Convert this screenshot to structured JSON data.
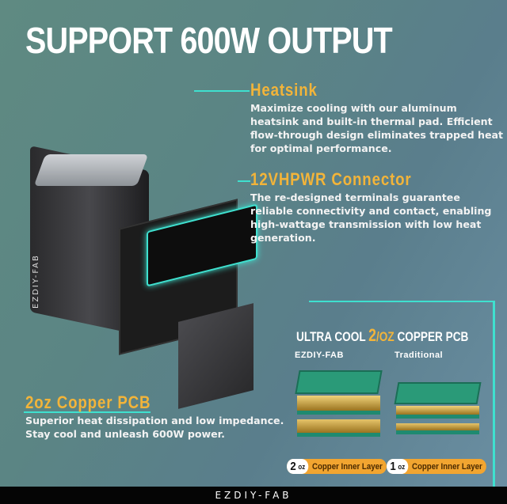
{
  "title": "SUPPORT 600W OUTPUT",
  "features": [
    {
      "heading": "Heatsink",
      "body": "Maximize cooling with our aluminum heatsink and built-in thermal pad. Efficient flow-through design eliminates trapped heat for optimal performance."
    },
    {
      "heading": "12VHPWR Connector",
      "body": "The re-designed terminals guarantee reliable connectivity and contact, enabling high-wattage transmission with low heat generation."
    },
    {
      "heading": "2oz Copper PCB",
      "body": "Superior heat dissipation and low impedance. Stay cool and unleash 600W power."
    }
  ],
  "comparison": {
    "title_pre": "ULTRA COOL",
    "title_num": "2",
    "title_unit": "OZ",
    "title_post": "COPPER PCB",
    "left_label": "EZDIY-FAB",
    "right_label": "Traditional",
    "left_badge": {
      "num": "2",
      "unit": "oz",
      "text": "Copper Inner Layer"
    },
    "right_badge": {
      "num": "1",
      "unit": "oz",
      "text": "Copper Inner Layer"
    }
  },
  "product_logo": "EZDIY-FAB",
  "footer": "EZDIY-FAB",
  "colors": {
    "accent": "#f2b43a",
    "line": "#3fe0cf",
    "footer": "#050505"
  }
}
